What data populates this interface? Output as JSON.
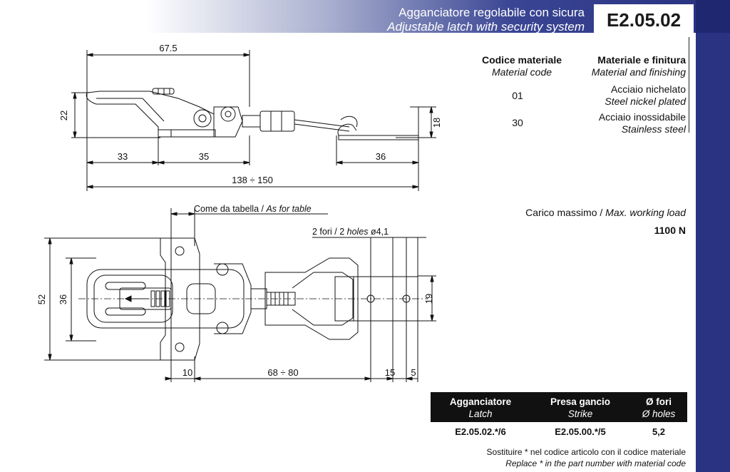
{
  "header": {
    "title_it": "Agganciatore regolabile con sicura",
    "title_en": "Adjustable latch with security system",
    "code": "E2.05.02"
  },
  "materials": {
    "col1_head_it": "Codice materiale",
    "col1_head_en": "Material code",
    "col2_head_it": "Materiale e finitura",
    "col2_head_en": "Material and finishing",
    "rows": [
      {
        "code": "01",
        "name_it": "Acciaio nichelato",
        "name_en": "Steel nickel plated"
      },
      {
        "code": "30",
        "name_it": "Acciaio inossidabile",
        "name_en": "Stainless steel"
      }
    ]
  },
  "load": {
    "label": "Carico massimo / ",
    "label_en": "Max. working load",
    "value": "1100 N"
  },
  "drawing": {
    "dims_side": {
      "d67": "67.5",
      "d22": "22",
      "d18": "18",
      "d33": "33",
      "d35": "35",
      "d36": "36",
      "d138": "138 ÷ 150"
    },
    "dims_top": {
      "d52": "52",
      "d36": "36",
      "d19": "19",
      "d10": "10",
      "d68": "68 ÷ 80",
      "d15": "15",
      "d5": "5"
    },
    "note_table": "Come da tabella / ",
    "note_table_en": "As for table",
    "note_holes": "2 fori / 2 ",
    "note_holes_en": "holes",
    "note_holes_size": " ø4,1"
  },
  "table": {
    "headers": [
      {
        "it": "Agganciatore",
        "en": "Latch"
      },
      {
        "it": "Presa gancio",
        "en": "Strike"
      },
      {
        "it": "Ø fori",
        "en": "Ø holes"
      }
    ],
    "row": [
      "E2.05.02.*/6",
      "E2.05.00.*/5",
      "5,2"
    ]
  },
  "footnote": {
    "it": "Sostituire * nel codice articolo con il codice materiale",
    "en": "Replace * in the part number with material code"
  }
}
